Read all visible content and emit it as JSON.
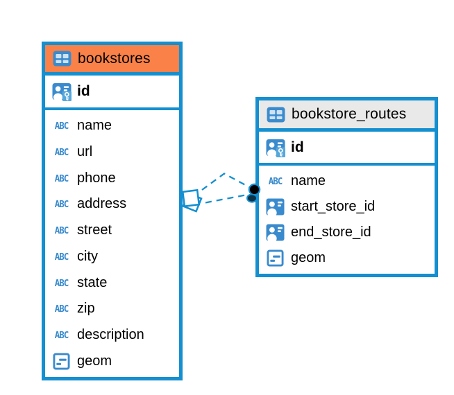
{
  "diagram": {
    "tables": [
      {
        "name": "bookstores",
        "icon": "table-icon",
        "header_style": "orange",
        "pk": {
          "label": "id",
          "icon": "primary-key-icon"
        },
        "fields": [
          {
            "label": "name",
            "icon": "text-type-icon"
          },
          {
            "label": "url",
            "icon": "text-type-icon"
          },
          {
            "label": "phone",
            "icon": "text-type-icon"
          },
          {
            "label": "address",
            "icon": "text-type-icon"
          },
          {
            "label": "street",
            "icon": "text-type-icon"
          },
          {
            "label": "city",
            "icon": "text-type-icon"
          },
          {
            "label": "state",
            "icon": "text-type-icon"
          },
          {
            "label": "zip",
            "icon": "text-type-icon"
          },
          {
            "label": "description",
            "icon": "text-type-icon"
          },
          {
            "label": "geom",
            "icon": "geometry-type-icon"
          }
        ]
      },
      {
        "name": "bookstore_routes",
        "icon": "table-icon",
        "header_style": "gray",
        "pk": {
          "label": "id",
          "icon": "primary-key-icon"
        },
        "fields": [
          {
            "label": "name",
            "icon": "text-type-icon"
          },
          {
            "label": "start_store_id",
            "icon": "reference-type-icon"
          },
          {
            "label": "end_store_id",
            "icon": "reference-type-icon"
          },
          {
            "label": "geom",
            "icon": "geometry-type-icon"
          }
        ]
      }
    ],
    "relation": {
      "from_table": "bookstores",
      "to_table": "bookstore_routes",
      "line_style": "dashed",
      "from_marker": "stacked-squares-marker",
      "to_marker": "stacked-dots-marker"
    },
    "text_icon_label": "ABC",
    "colors": {
      "accent_blue": "#148fd0",
      "icon_blue": "#3a8bcd",
      "header_orange": "#fa8148",
      "header_gray": "#e9e9e9",
      "text": "#000000"
    }
  }
}
